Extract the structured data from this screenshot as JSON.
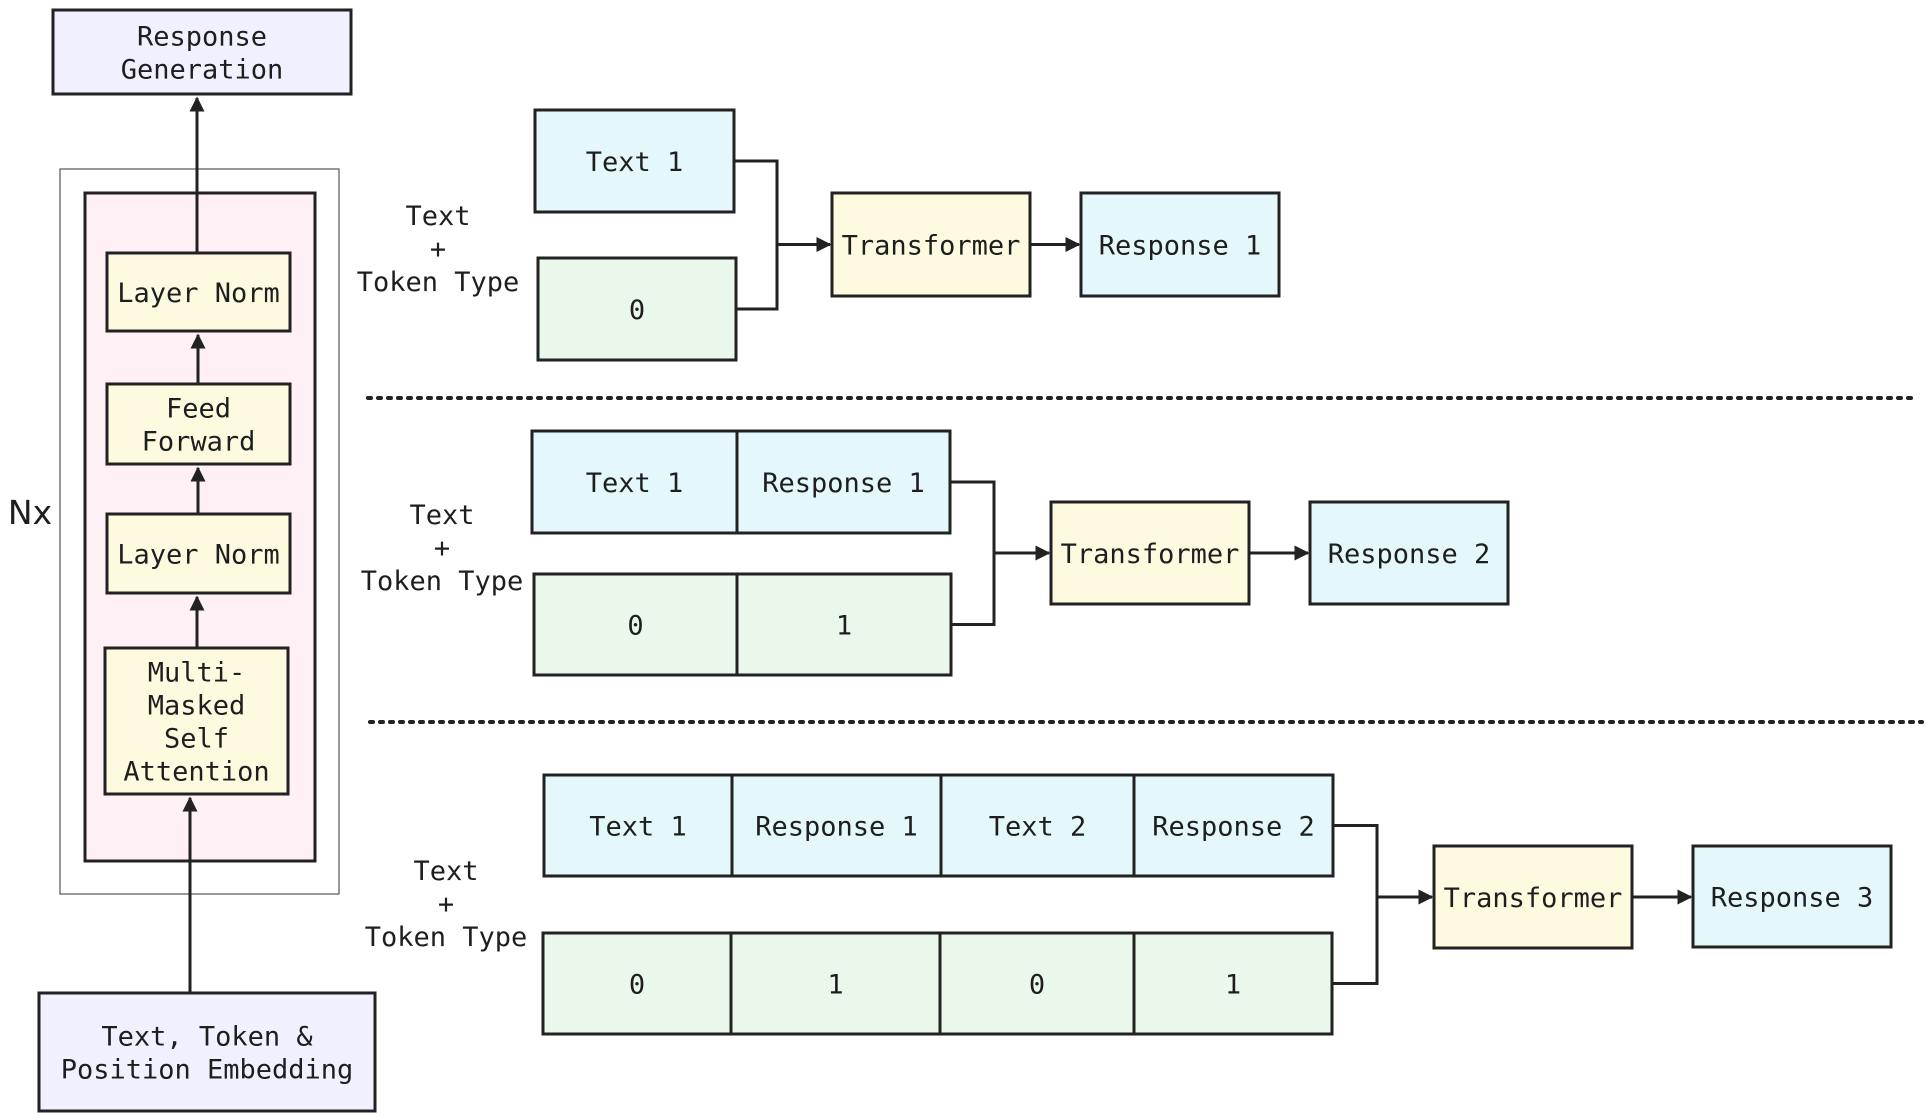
{
  "colors": {
    "lavender": "#f1f0ff",
    "pink": "#fff0f5",
    "yellow": "#fefae0",
    "cyan": "#e4f8fb",
    "green": "#eaf8ec",
    "ink": "#222222"
  },
  "architecture": {
    "output": [
      "Response",
      "Generation"
    ],
    "repeat_label": "Nx",
    "layers": {
      "norm_top": [
        "Layer Norm"
      ],
      "feed_forward": [
        "Feed",
        "Forward"
      ],
      "norm_bottom": [
        "Layer Norm"
      ],
      "attention": [
        "Multi-",
        "Masked",
        "Self",
        "Attention"
      ]
    },
    "input": [
      "Text, Token &",
      "Position Embedding"
    ]
  },
  "rounds": [
    {
      "side_label": [
        "Text",
        "+",
        "Token Type"
      ],
      "segments": [
        "Text 1"
      ],
      "token_types": [
        "0"
      ],
      "model": "Transformer",
      "output": "Response 1"
    },
    {
      "side_label": [
        "Text",
        "+",
        "Token Type"
      ],
      "segments": [
        "Text 1",
        "Response 1"
      ],
      "token_types": [
        "0",
        "1"
      ],
      "model": "Transformer",
      "output": "Response 2"
    },
    {
      "side_label": [
        "Text",
        "+",
        "Token Type"
      ],
      "segments": [
        "Text 1",
        "Response 1",
        "Text 2",
        "Response 2"
      ],
      "token_types": [
        "0",
        "1",
        "0",
        "1"
      ],
      "model": "Transformer",
      "output": "Response 3"
    }
  ]
}
